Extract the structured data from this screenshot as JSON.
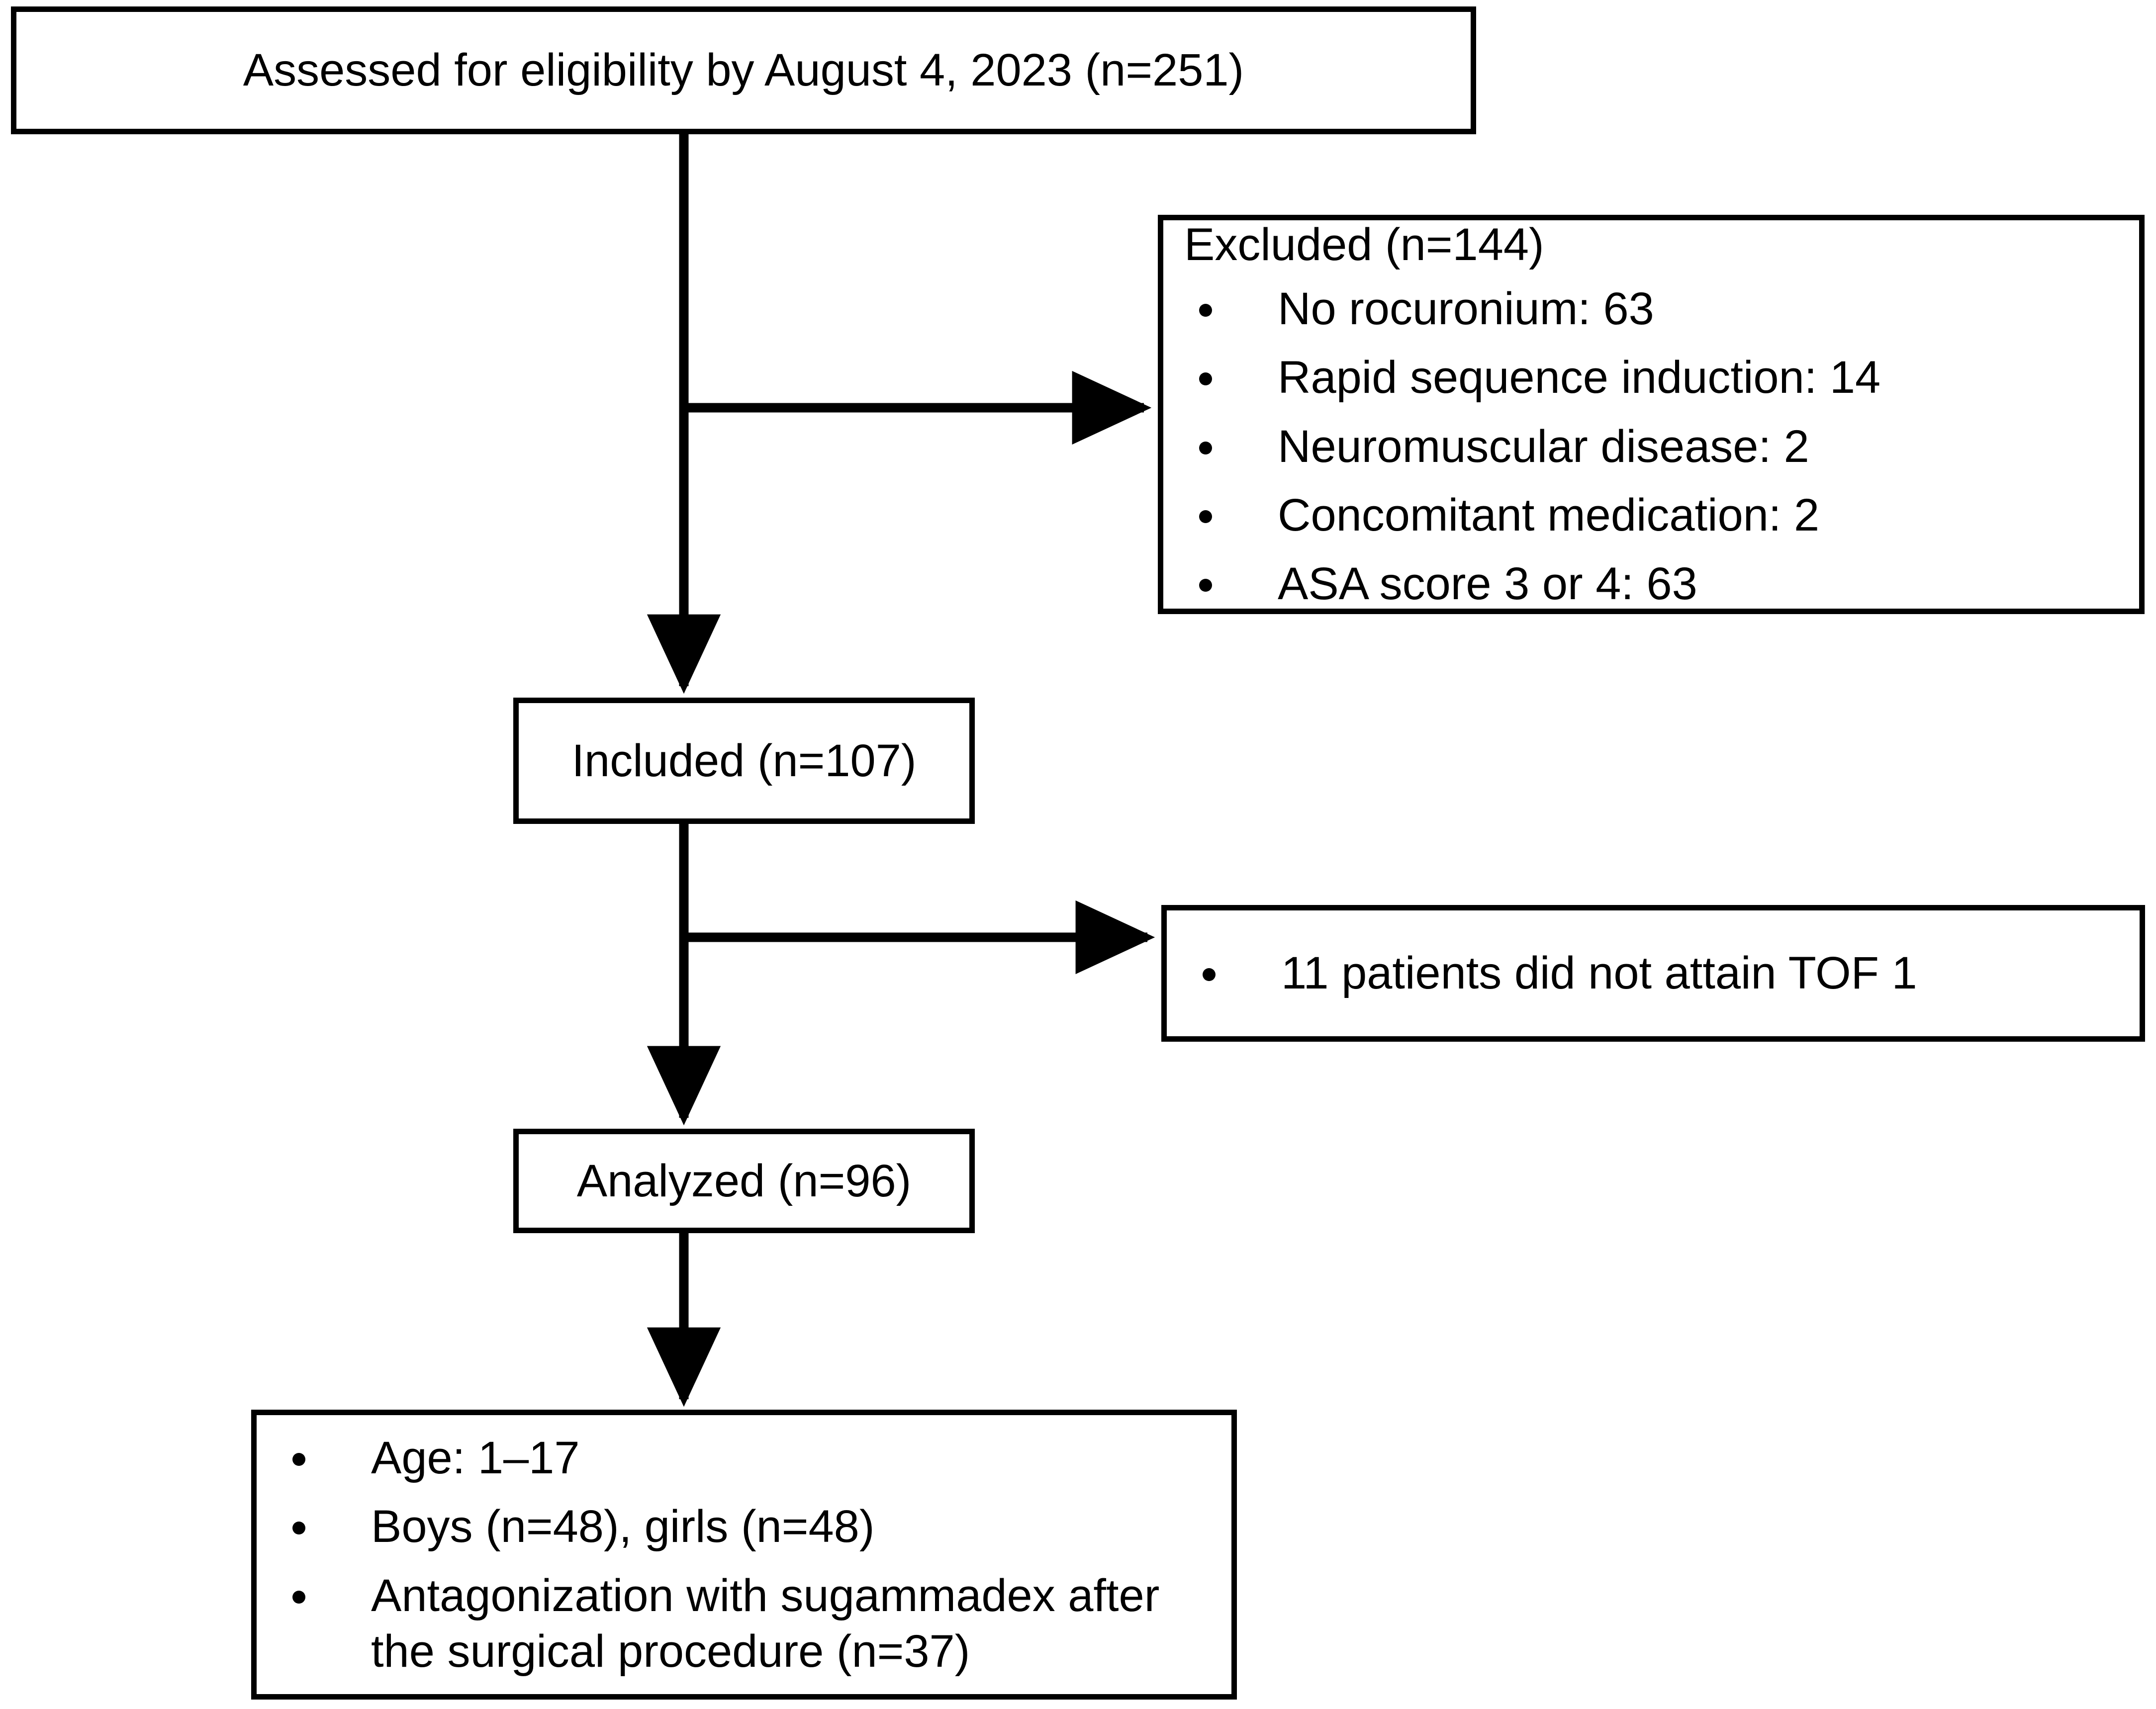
{
  "diagram": {
    "type": "consort-flow-diagram",
    "stroke_color": "#000000",
    "background_color": "#ffffff",
    "nodes": {
      "assessed": {
        "label": "Assessed for eligibility by August 4, 2023 (n=251)"
      },
      "excluded": {
        "header": "Excluded (n=144)",
        "items": [
          "No rocuronium: 63",
          "Rapid sequence induction: 14",
          "Neuromuscular disease: 2",
          "Concomitant medication: 2",
          "ASA score 3 or 4:  63"
        ]
      },
      "included": {
        "label": "Included (n=107)"
      },
      "not_attained": {
        "items": [
          "11 patients did not attain TOF 1"
        ]
      },
      "analyzed": {
        "label": "Analyzed (n=96)"
      },
      "characteristics": {
        "items": [
          "Age: 1–17",
          "Boys (n=48), girls (n=48)",
          "Antagonization with sugammadex after the surgical procedure (n=37)"
        ]
      }
    }
  }
}
